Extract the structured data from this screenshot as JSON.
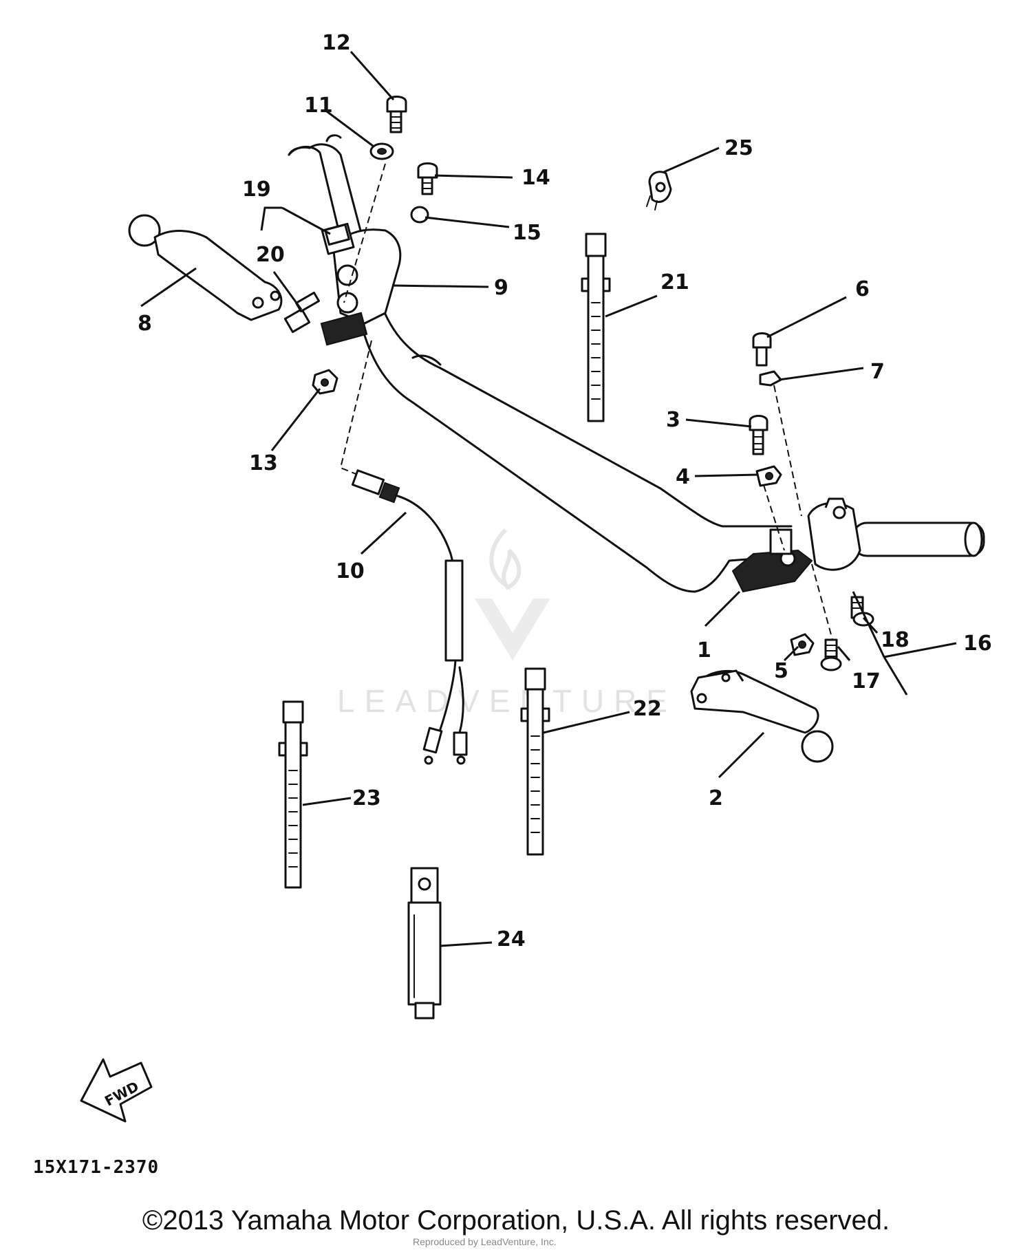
{
  "callouts": [
    {
      "id": "c1",
      "text": "1"
    },
    {
      "id": "c2",
      "text": "2"
    },
    {
      "id": "c3",
      "text": "3"
    },
    {
      "id": "c4",
      "text": "4"
    },
    {
      "id": "c5",
      "text": "5"
    },
    {
      "id": "c6",
      "text": "6"
    },
    {
      "id": "c7",
      "text": "7"
    },
    {
      "id": "c8",
      "text": "8"
    },
    {
      "id": "c9",
      "text": "9"
    },
    {
      "id": "c10",
      "text": "10"
    },
    {
      "id": "c11",
      "text": "11"
    },
    {
      "id": "c12",
      "text": "12"
    },
    {
      "id": "c13",
      "text": "13"
    },
    {
      "id": "c14",
      "text": "14"
    },
    {
      "id": "c15",
      "text": "15"
    },
    {
      "id": "c16",
      "text": "16"
    },
    {
      "id": "c17",
      "text": "17"
    },
    {
      "id": "c18",
      "text": "18"
    },
    {
      "id": "c19",
      "text": "19"
    },
    {
      "id": "c20",
      "text": "20"
    },
    {
      "id": "c21",
      "text": "21"
    },
    {
      "id": "c22",
      "text": "22"
    },
    {
      "id": "c23",
      "text": "23"
    },
    {
      "id": "c24",
      "text": "24"
    },
    {
      "id": "c25",
      "text": "25"
    }
  ],
  "diagram_code": "15X171-2370",
  "fwd_label": "FWD",
  "copyright": "©2013 Yamaha Motor Corporation, U.S.A. All rights reserved.",
  "watermark": {
    "brand": "LEADVENTURE",
    "notice": "Reproduced by LeadVenture, Inc."
  },
  "colors": {
    "background": "#ffffff",
    "ink": "#111111",
    "watermark": "#e2e2e2"
  }
}
